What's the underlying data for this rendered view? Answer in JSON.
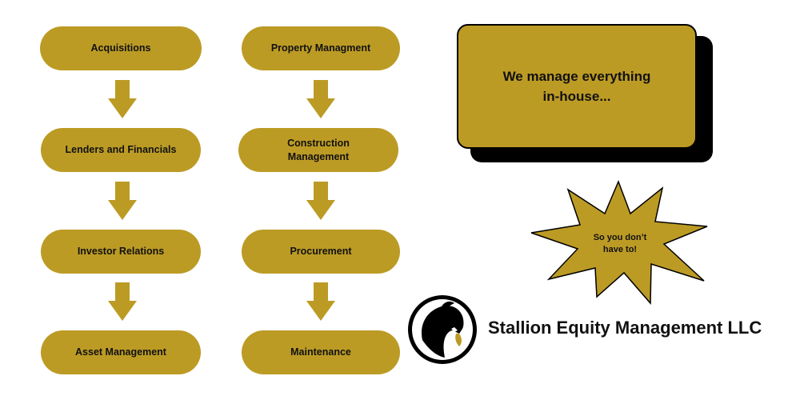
{
  "colors": {
    "accent": "#bc9b25",
    "text": "#111111",
    "shadow": "#000000"
  },
  "left_column": [
    {
      "label": "Acquisitions"
    },
    {
      "label": "Lenders and Financials"
    },
    {
      "label": "Investor Relations"
    },
    {
      "label": "Asset Management"
    }
  ],
  "right_column": [
    {
      "label": "Property Managment"
    },
    {
      "label": "Construction",
      "label2": "Management"
    },
    {
      "label": "Procurement"
    },
    {
      "label": "Maintenance"
    }
  ],
  "callout": {
    "line1": "We manage everything",
    "line2": "in-house..."
  },
  "starburst": {
    "line1": "So you don’t",
    "line2": "have to!"
  },
  "brand": {
    "name": "Stallion Equity Management LLC",
    "logo_icon": "horse-head-icon"
  }
}
